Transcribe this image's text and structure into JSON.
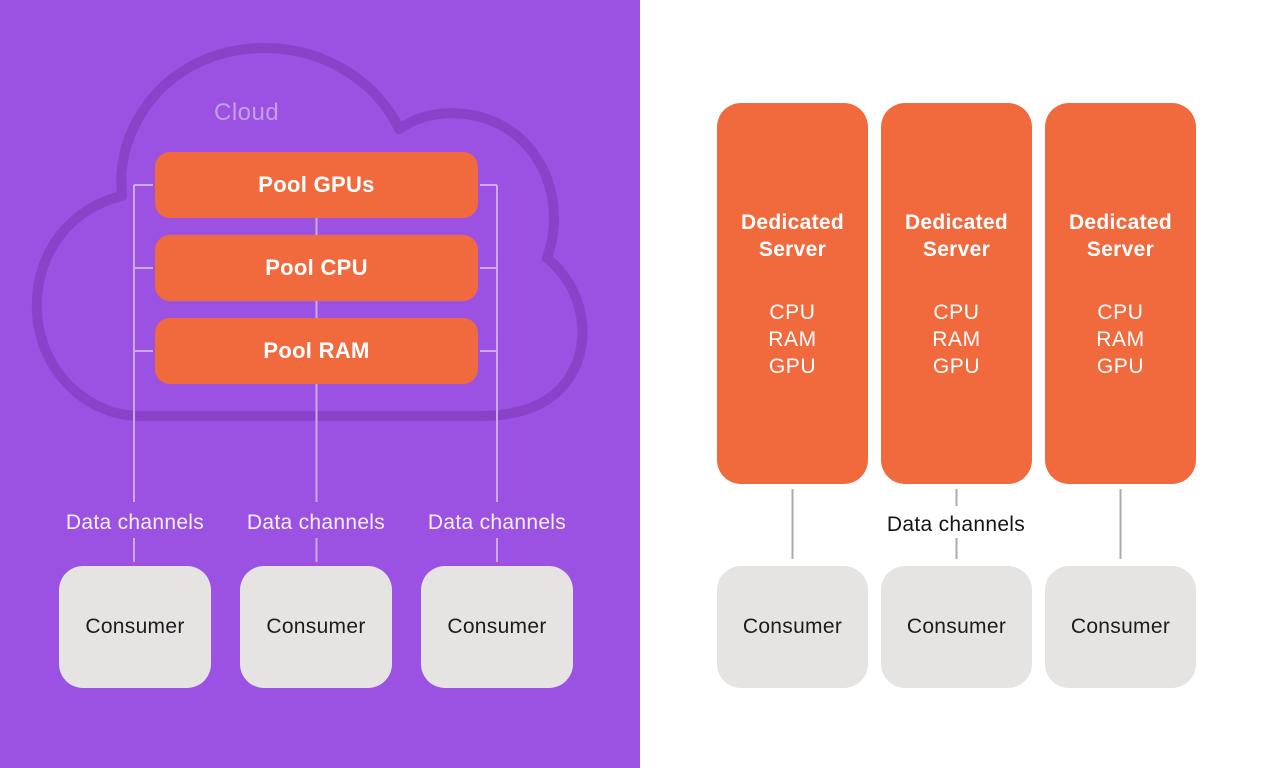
{
  "diagram": {
    "left": {
      "cloud_label": "Cloud",
      "pools": [
        "Pool GPUs",
        "Pool CPU",
        "Pool RAM"
      ],
      "data_channel_labels": [
        "Data channels",
        "Data channels",
        "Data channels"
      ],
      "consumers": [
        "Consumer",
        "Consumer",
        "Consumer"
      ]
    },
    "right": {
      "servers": [
        {
          "title": "Dedicated Server",
          "specs": [
            "CPU",
            "RAM",
            "GPU"
          ]
        },
        {
          "title": "Dedicated Server",
          "specs": [
            "CPU",
            "RAM",
            "GPU"
          ]
        },
        {
          "title": "Dedicated Server",
          "specs": [
            "CPU",
            "RAM",
            "GPU"
          ]
        }
      ],
      "data_channel_label": "Data channels",
      "consumers": [
        "Consumer",
        "Consumer",
        "Consumer"
      ]
    },
    "colors": {
      "purple_background": "#9b51e1",
      "cloud_outline": "#8843c9",
      "cloud_label_text": "#c5a0ea",
      "connector_light": "#cdaaf0",
      "accent_orange": "#f16a3e",
      "consumer_gray": "#e5e4e2",
      "dark_text": "#1c1c1e",
      "connector_gray": "#ababab",
      "white_text": "#ffffff"
    }
  }
}
